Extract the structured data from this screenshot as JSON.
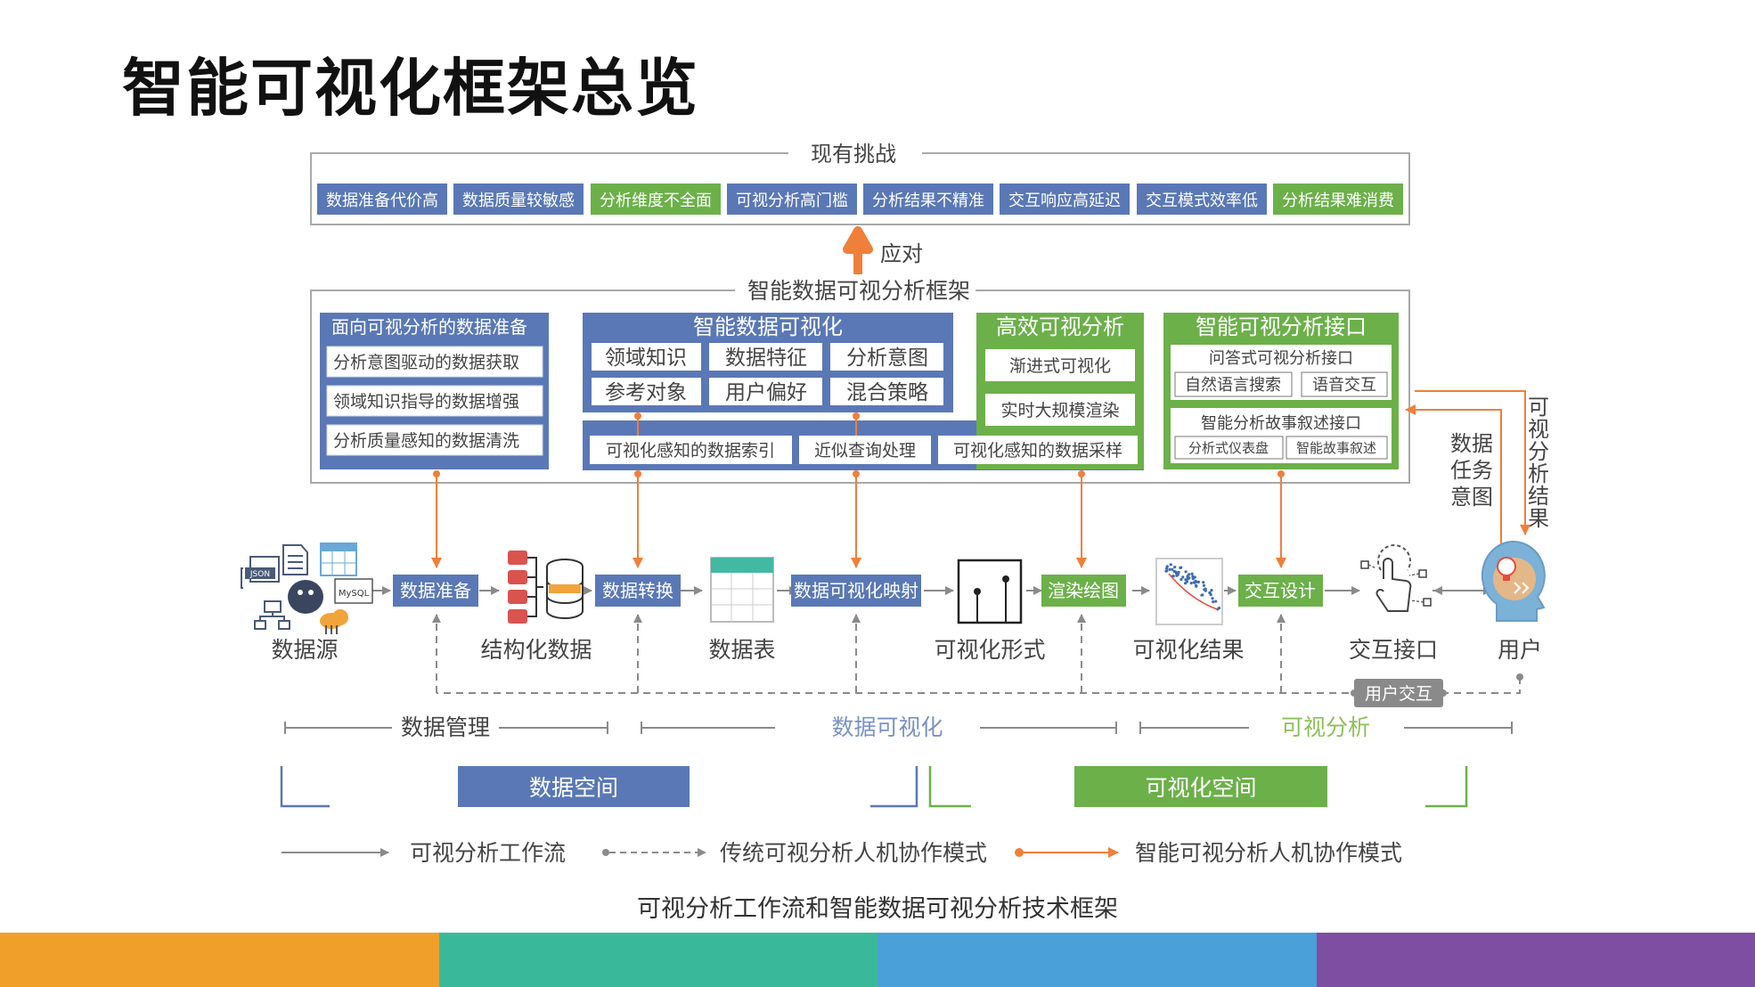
{
  "slide": {
    "title": "智能可视化框架总览",
    "caption": "可视分析工作流和智能数据可视分析技术框架"
  },
  "challenges": {
    "title": "现有挑战",
    "items": [
      "数据准备代价高",
      "数据质量较敏感",
      "分析维度不全面",
      "可视分析高门槛",
      "分析结果不精准",
      "交互响应高延迟",
      "交互模式效率低",
      "分析结果难消费"
    ]
  },
  "response_label": "应对",
  "framework": {
    "title": "智能数据可视分析框架",
    "data_prep": {
      "title": "面向可视分析的数据准备",
      "items": [
        "分析意图驱动的数据获取",
        "领域知识指导的数据增强",
        "分析质量感知的数据清洗"
      ]
    },
    "smart_vis": {
      "title": "智能数据可视化",
      "items": [
        "领域知识",
        "数据特征",
        "分析意图",
        "参考对象",
        "用户偏好",
        "混合策略"
      ]
    },
    "efficient": {
      "title": "高效可视分析",
      "items": [
        "渐进式可视化",
        "实时大规模渲染"
      ]
    },
    "bottom_row": [
      "可视化感知的数据索引",
      "近似查询处理",
      "可视化感知的数据采样"
    ],
    "interface": {
      "title": "智能可视分析接口",
      "qa_title": "问答式可视分析接口",
      "qa_items": [
        "自然语言搜索",
        "语音交互"
      ],
      "story_title": "智能分析故事叙述接口",
      "story_items": [
        "分析式仪表盘",
        "智能故事叙述"
      ]
    }
  },
  "side_labels": {
    "task_intent": [
      "数据",
      "任务",
      "意图"
    ],
    "vis_result": [
      "可",
      "视",
      "分",
      "析",
      "结",
      "果"
    ]
  },
  "pipeline": {
    "nodes": [
      "数据源",
      "结构化数据",
      "数据表",
      "可视化形式",
      "可视化结果",
      "交互接口",
      "用户"
    ],
    "steps": [
      "数据准备",
      "数据转换",
      "数据可视化映射",
      "渲染绘图",
      "交互设计"
    ],
    "user_interaction": "用户交互"
  },
  "icons": {
    "json_label": "JSON",
    "mysql_label": "MySQL"
  },
  "phases": [
    "数据管理",
    "数据可视化",
    "可视分析"
  ],
  "spaces": [
    "数据空间",
    "可视化空间"
  ],
  "legend": [
    "可视分析工作流",
    "传统可视分析人机协作模式",
    "智能可视分析人机协作模式"
  ],
  "colors": {
    "challenge_blue": "#5a78b6",
    "challenge_green": "#6cb04a",
    "framework_blue": "#5a78b6",
    "framework_green": "#6cb04a",
    "arrow_orange": "#f07f3a",
    "footer": [
      "#f0a02a",
      "#3ab99a",
      "#4aa0d8",
      "#7e4ea2"
    ]
  }
}
